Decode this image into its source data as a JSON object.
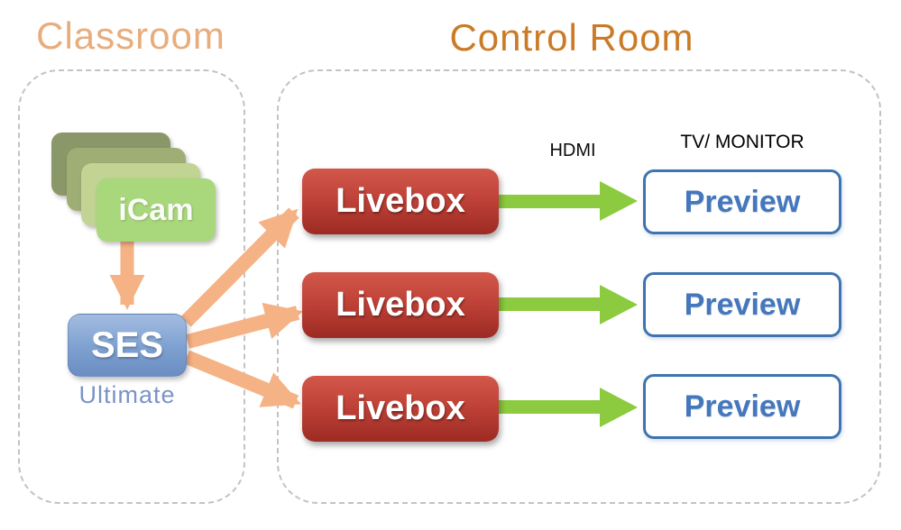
{
  "diagram": {
    "classroom": {
      "title": "Classroom",
      "icam": {
        "label": "iCam"
      },
      "ses": {
        "label": "SES",
        "edition": "Ultimate"
      }
    },
    "control_room": {
      "title": "Control Room",
      "hdmi_label": "HDMI",
      "monitor_label": "TV/ MONITOR",
      "rows": [
        {
          "source": "Livebox",
          "output": "Preview"
        },
        {
          "source": "Livebox",
          "output": "Preview"
        },
        {
          "source": "Livebox",
          "output": "Preview"
        }
      ]
    },
    "colors": {
      "classroom_title": "#E8AD7C",
      "control_room_title": "#CB7B27",
      "arrow_orange": "#F5B285",
      "arrow_green": "#8CCB3F",
      "livebox_red_top": "#D2584B",
      "livebox_red_bottom": "#9C2B23",
      "ses_blue_top": "#A3BCE0",
      "ses_blue_bottom": "#6B8DC3",
      "preview_border": "#3E74AF",
      "preview_text": "#4477BB",
      "icam_card_front": "#A9D77C",
      "icam_card_back": "#8A9768",
      "dashed_border": "#C3C3C3"
    }
  }
}
